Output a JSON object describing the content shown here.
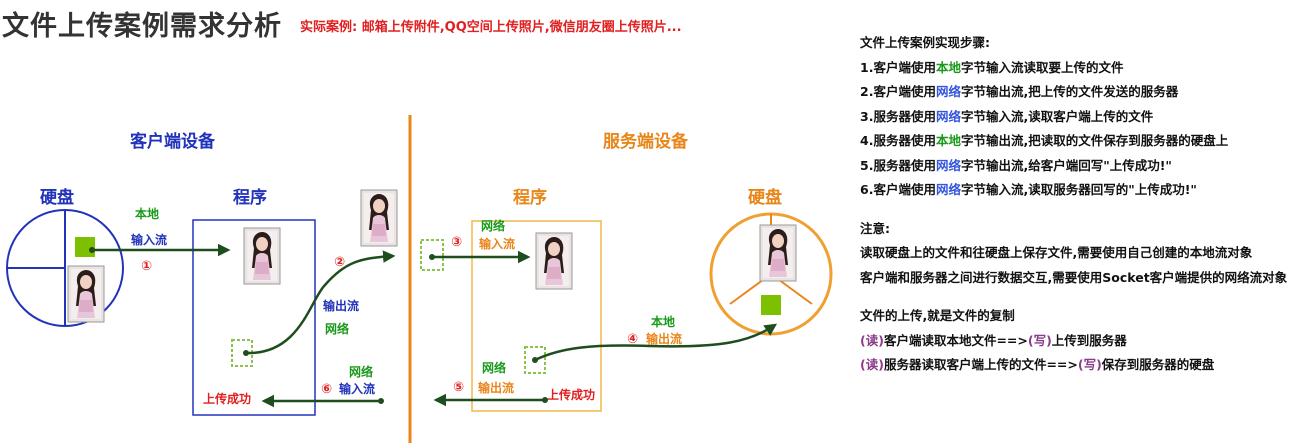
{
  "title": "文件上传案例需求分析",
  "subtitle": "实际案例: 邮箱上传附件,QQ空间上传照片,微信朋友圈上传照片...",
  "diagram": {
    "client_header": "客户端设备",
    "server_header": "服务端设备",
    "client_disk": "硬盘",
    "client_program": "程序",
    "server_program": "程序",
    "server_disk": "硬盘",
    "step1_top": "本地",
    "step1_bottom": "输入流",
    "step1_num": "①",
    "step2_num": "②",
    "step2_top": "输出流",
    "step2_bottom": "网络",
    "step3_num": "③",
    "step3_top": "网络",
    "step3_bottom": "输入流",
    "step4_top": "本地",
    "step4_num": "④",
    "step4_bottom": "输出流",
    "step5_top": "网络",
    "step5_num": "⑤",
    "step5_bottom": "输出流",
    "step5_result": "上传成功",
    "step6_top": "网络",
    "step6_num": "⑥",
    "step6_bottom": "输入流",
    "step6_result": "上传成功",
    "colors": {
      "client_blue": "#2233bb",
      "server_orange": "#e8861a",
      "arrow_green": "#1e4d1e",
      "file_green": "#7cc000",
      "server_box": "#f0b84a"
    }
  },
  "steps": {
    "heading": "文件上传案例实现步骤:",
    "items": [
      {
        "pre": "1.客户端使用",
        "hl": "本地",
        "hl_color": "green",
        "post": "字节输入流读取要上传的文件"
      },
      {
        "pre": "2.客户端使用",
        "hl": "网络",
        "hl_color": "blue",
        "post": "字节输出流,把上传的文件发送的服务器"
      },
      {
        "pre": "3.服务器使用",
        "hl": "网络",
        "hl_color": "blue",
        "post": "字节输入流,读取客户端上传的文件"
      },
      {
        "pre": "4.服务器使用",
        "hl": "本地",
        "hl_color": "green",
        "post": "字节输出流,把读取的文件保存到服务器的硬盘上"
      },
      {
        "pre": "5.服务器使用",
        "hl": "网络",
        "hl_color": "blue",
        "post": "字节输出流,给客户端回写\"上传成功!\""
      },
      {
        "pre": "6.客户端使用",
        "hl": "网络",
        "hl_color": "blue",
        "post": "字节输入流,读取服务器回写的\"上传成功!\""
      }
    ]
  },
  "notes": {
    "heading": "注意:",
    "line1": "读取硬盘上的文件和往硬盘上保存文件,需要使用自己创建的本地流对象",
    "line2": "客户端和服务器之间进行数据交互,需要使用Socket客户端提供的网络流对象"
  },
  "summary": {
    "heading": "文件的上传,就是文件的复制",
    "line1_read": "(读)",
    "line1_mid": "客户端读取本地文件==>",
    "line1_write": "(写)",
    "line1_end": "上传到服务器",
    "line2_read": "(读)",
    "line2_mid": "服务器读取客户端上传的文件==>",
    "line2_write": "(写)",
    "line2_end": "保存到服务器的硬盘"
  }
}
